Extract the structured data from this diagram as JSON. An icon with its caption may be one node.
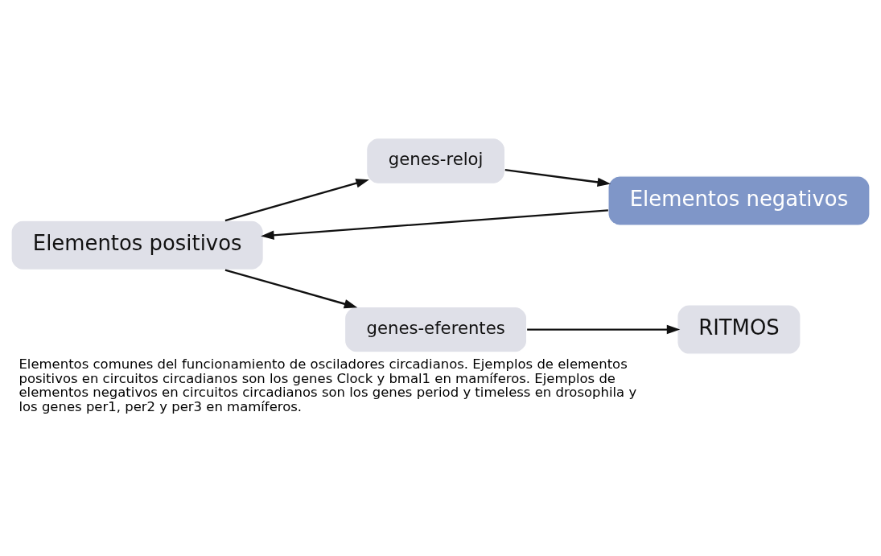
{
  "diagram": {
    "caption": "Elementos comunes del funcionamiento de osciladores circadianos. Ejemplos de elementos positivos en circuitos circadianos son los genes Clock y bmal1 en mamíferos. Ejemplos de elementos negativos en circuitos circadianos son los genes period y timeless en drosophila y los genes per1, per2 y per3 en mamíferos.",
    "nodes": [
      {
        "text": [
          "Elementos positivos"
        ]
      },
      {
        "text": [
          "Elementos negativos"
        ]
      },
      {
        "text": [
          "genes-reloj"
        ]
      },
      {
        "text": [
          "genes-eferentes"
        ]
      },
      {
        "text": [
          "RITMOS"
        ]
      }
    ],
    "edges": [
      {
        "from": 1,
        "to": 0,
        "arrow": "to"
      },
      {
        "from": 0,
        "to": 2,
        "arrow": "to"
      },
      {
        "from": 0,
        "to": 3,
        "arrow": "to"
      },
      {
        "from": 2,
        "to": 1,
        "arrow": "to"
      },
      {
        "from": 3,
        "to": 4,
        "arrow": "to"
      }
    ]
  }
}
